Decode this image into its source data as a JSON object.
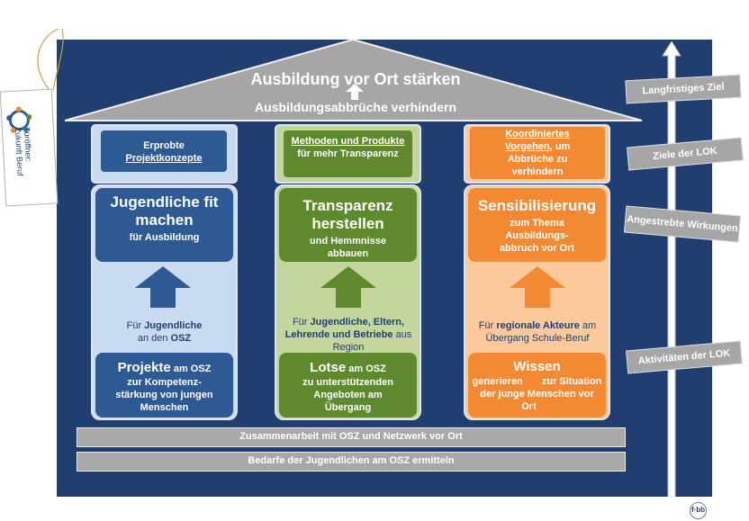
{
  "roof": {
    "title": "Ausbildung vor Ort stärken",
    "subtitle": "Ausbildungsabbrüche verhindern"
  },
  "columns": [
    {
      "cap_pre": "Erprobte",
      "cap_link": "Projektkonzepte",
      "top_big": "Jugendliche fit machen",
      "top_small": "für Ausbildung",
      "mid_pre": "Für ",
      "mid_bold": "Jugendliche",
      "mid_mid": " an den ",
      "mid_bold2": "OSZ",
      "mid_post": "",
      "bot_big": "Projekte",
      "bot_big_tail": " am OSZ",
      "bot_small": "zur Kompetenz-stärkung von jungen Menschen",
      "color_fill": "#2e5a94",
      "color_light": "#c9dbf0"
    },
    {
      "cap_link": "Methoden und Produkte",
      "cap_post": " für mehr Transparenz",
      "top_big": "Transparenz herstellen",
      "top_small": "und  Hemmnisse abbauen",
      "mid_pre": "Für  ",
      "mid_bold": "Jugendliche, Eltern, Lehrende und Betriebe",
      "mid_mid": " aus Region",
      "mid_bold2": "",
      "mid_post": "",
      "bot_big": "Lotse",
      "bot_big_tail": " am OSZ",
      "bot_small": "zu unterstützenden Angeboten am Übergang",
      "color_fill": "#5e8a2d",
      "color_light": "#c3d69b"
    },
    {
      "cap_link": "Koordiniertes Vorgehen",
      "cap_post": ", um Abbrüche zu verhindern",
      "top_big": "Sensibilisierung",
      "top_small": "zum Thema Ausbildungs-abbruch vor Ort",
      "mid_pre": "Für  ",
      "mid_bold": "regionale Akteure",
      "mid_mid": " am Übergang Schule-Beruf",
      "mid_bold2": "",
      "mid_post": "",
      "bot_big": "Wissen",
      "bot_big_tail": " generieren",
      "bot_small": "zur Situation der junge Menschen vor Ort",
      "color_fill": "#f38a33",
      "color_light": "#fcc99a"
    }
  ],
  "bars": {
    "bar1": "Zusammenarbeit mit OSZ und  Netzwerk vor Ort",
    "bar2": "Bedarfe der Jugendlichen am OSZ ermitteln"
  },
  "signs": {
    "s1": "Langfristiges Ziel",
    "s2": "Ziele der LOK",
    "s3": "Angestrebte Wirkungen",
    "s4": "Aktivitäten der LOK"
  },
  "tag": {
    "line1": "Türöffner:",
    "line2": "Zukunft Beruf"
  },
  "footer_logo": "f·bb",
  "colors": {
    "board": "#203f70",
    "blue": "#2e5a94",
    "green": "#5e8a2d",
    "orange": "#f38a33",
    "gray": "#a6a6a6"
  }
}
